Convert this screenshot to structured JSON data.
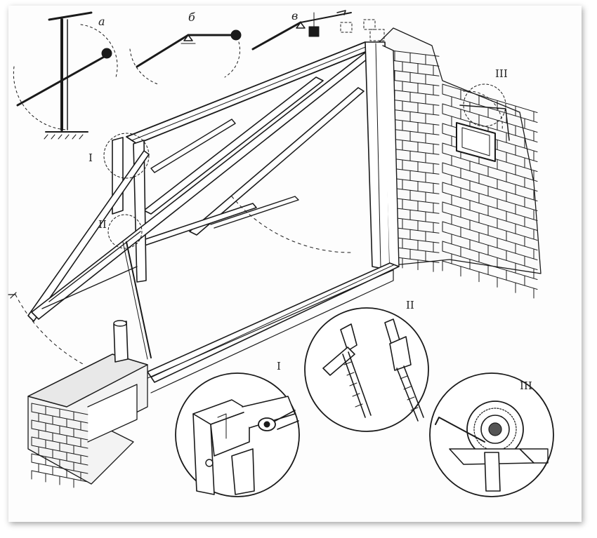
{
  "labels": {
    "view_a": "а",
    "view_b": "б",
    "view_v": "в",
    "node_1": "I",
    "node_2": "II",
    "node_3": "III",
    "detail_1": "I",
    "detail_2": "II",
    "detail_3": "III"
  }
}
